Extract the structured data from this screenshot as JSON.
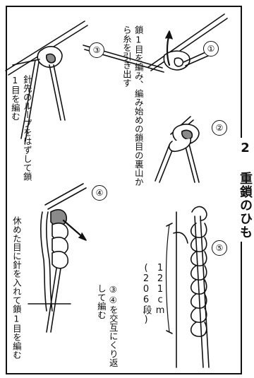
{
  "title": "2 重鎖のひも",
  "steps": [
    {
      "number": "①",
      "caption": "鎖1目を編み、編み始めの鎖目の裏山から糸を引き出す"
    },
    {
      "number": "②",
      "caption": ""
    },
    {
      "number": "③",
      "caption": "針先のループをはずして鎖1目を編む"
    },
    {
      "number": "④",
      "caption": "休めた目に針を入れて鎖1目を編む"
    },
    {
      "number": "⑤",
      "caption": ""
    }
  ],
  "measure": {
    "length": "121cm",
    "rows": "(206段)"
  },
  "repeat_note": "③④を交互にくり返して編む",
  "colors": {
    "ink": "#111111",
    "accent": "#8a8a8a"
  }
}
